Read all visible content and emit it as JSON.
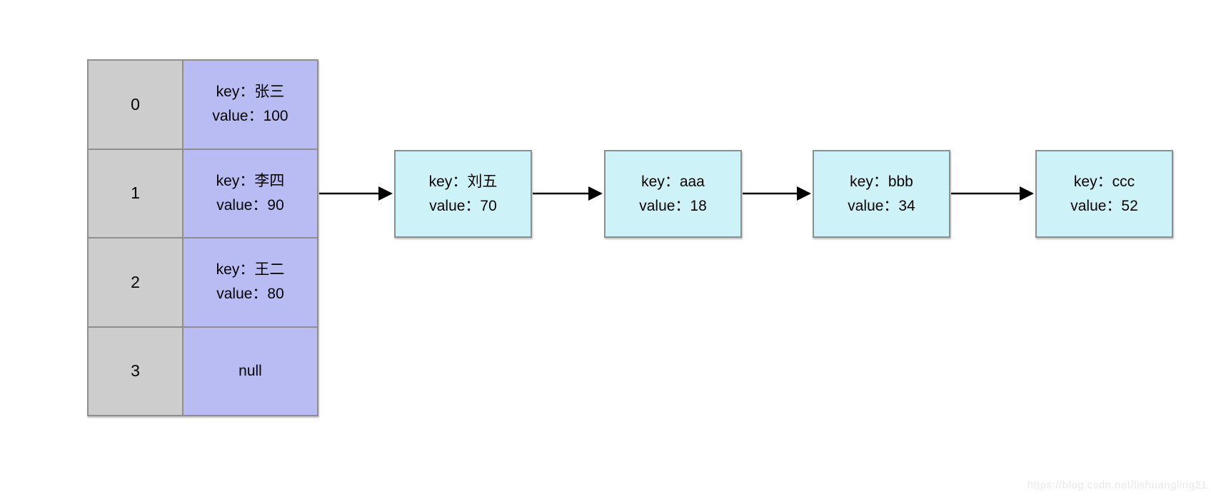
{
  "diagram": {
    "title_hint": "hash-table-with-chaining",
    "array": {
      "rows": [
        {
          "index": "0",
          "line1": "key：张三",
          "line2": "value：100"
        },
        {
          "index": "1",
          "line1": "key：李四",
          "line2": "value：90"
        },
        {
          "index": "2",
          "line1": "key：王二",
          "line2": "value：80"
        },
        {
          "index": "3",
          "line1": "null",
          "line2": ""
        }
      ]
    },
    "chain": {
      "from_index": "1",
      "nodes": [
        {
          "line1": "key：刘五",
          "line2": "value：70"
        },
        {
          "line1": "key：aaa",
          "line2": "value：18"
        },
        {
          "line1": "key：bbb",
          "line2": "value：34"
        },
        {
          "line1": "key：ccc",
          "line2": "value：52"
        }
      ]
    },
    "watermark": "https://blog.csdn.net/lishuangling21",
    "colors": {
      "index_cell": "#cdcdcd",
      "value_cell": "#b9bcf2",
      "node_fill": "#cdf3f8",
      "border": "#8e8e8e",
      "arrow": "#000000",
      "watermark": "#e9e9e9",
      "background": "#ffffff"
    }
  }
}
